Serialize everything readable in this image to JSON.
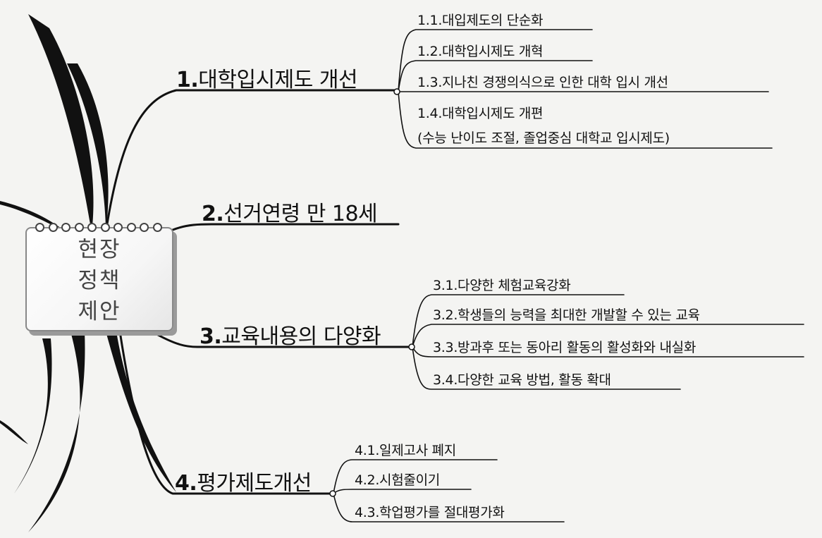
{
  "center": {
    "lines": [
      "현장",
      "정책",
      "제안"
    ]
  },
  "branches": [
    {
      "num": "1.",
      "text": "대학입시제도 개선",
      "children": [
        "1.1.대입제도의 단순화",
        "1.2.대학입시제도 개혁",
        "1.3.지나친 경쟁의식으로 인한 대학 입시 개선",
        "1.4.대학입시제도 개편",
        "(수능 난이도 조절, 졸업중심 대학교 입시제도)"
      ]
    },
    {
      "num": "2.",
      "text": "선거연령 만 18세",
      "children": []
    },
    {
      "num": "3.",
      "text": "교육내용의 다양화",
      "children": [
        "3.1.다양한 체험교육강화",
        "3.2.학생들의 능력을 최대한 개발할 수 있는 교육",
        "3.3.방과후 또는 동아리 활동의 활성화와 내실화",
        "3.4.다양한 교육 방법, 활동 확대"
      ]
    },
    {
      "num": "4.",
      "text": "평가제도개선",
      "children": [
        "4.1.일제고사 폐지",
        "4.2.시험줄이기",
        "4.3.학업평가를 절대평가화"
      ]
    }
  ]
}
